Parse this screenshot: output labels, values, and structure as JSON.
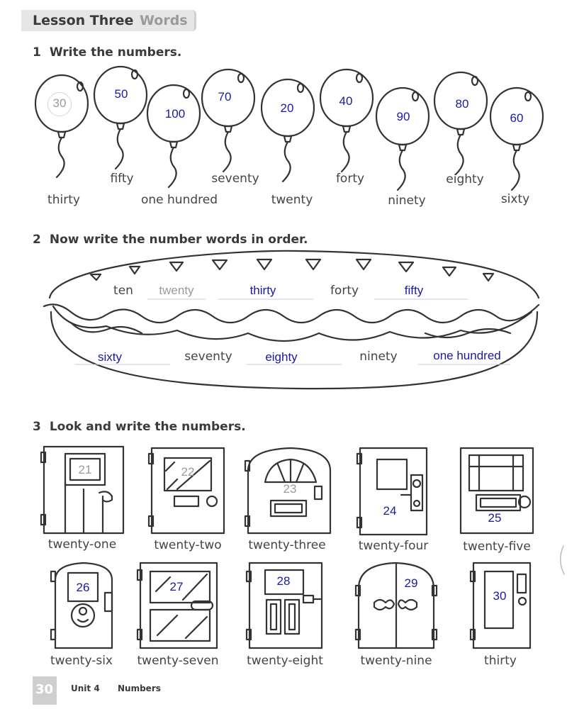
{
  "header": {
    "lesson": "Lesson Three",
    "section": "Words"
  },
  "exercise1": {
    "number": "1",
    "instruction": "Write the numbers.",
    "balloons": [
      {
        "answer": "30",
        "word": "thirty",
        "sample": true
      },
      {
        "answer": "50",
        "word": "fifty"
      },
      {
        "answer": "100",
        "word": "one hundred"
      },
      {
        "answer": "70",
        "word": "seventy"
      },
      {
        "answer": "20",
        "word": "twenty"
      },
      {
        "answer": "40",
        "word": "forty"
      },
      {
        "answer": "90",
        "word": "ninety"
      },
      {
        "answer": "80",
        "word": "eighty"
      },
      {
        "answer": "60",
        "word": "sixty"
      }
    ]
  },
  "exercise2": {
    "number": "2",
    "instruction": "Now write the number words in order.",
    "top_row": [
      {
        "text": "ten",
        "kind": "given"
      },
      {
        "text": "twenty",
        "kind": "sample"
      },
      {
        "text": "thirty",
        "kind": "answer"
      },
      {
        "text": "forty",
        "kind": "given"
      },
      {
        "text": "fifty",
        "kind": "answer"
      }
    ],
    "bottom_row": [
      {
        "text": "sixty",
        "kind": "answer"
      },
      {
        "text": "seventy",
        "kind": "given"
      },
      {
        "text": "eighty",
        "kind": "answer"
      },
      {
        "text": "ninety",
        "kind": "given"
      },
      {
        "text": "one hundred",
        "kind": "answer"
      }
    ]
  },
  "exercise3": {
    "number": "3",
    "instruction": "Look and write the numbers.",
    "doors": [
      {
        "answer": "21",
        "word": "twenty-one",
        "sample": true
      },
      {
        "answer": "22",
        "word": "twenty-two"
      },
      {
        "answer": "23",
        "word": "twenty-three"
      },
      {
        "answer": "24",
        "word": "twenty-four"
      },
      {
        "answer": "25",
        "word": "twenty-five"
      },
      {
        "answer": "26",
        "word": "twenty-six"
      },
      {
        "answer": "27",
        "word": "twenty-seven"
      },
      {
        "answer": "28",
        "word": "twenty-eight"
      },
      {
        "answer": "29",
        "word": "twenty-nine"
      },
      {
        "answer": "30",
        "word": "thirty"
      }
    ]
  },
  "footer": {
    "page": "30",
    "unit": "Unit 4",
    "title": "Numbers"
  },
  "colors": {
    "handwriting": "#1a1aa0",
    "sample": "#9a9a9a",
    "tab": "#e6e6e6"
  }
}
